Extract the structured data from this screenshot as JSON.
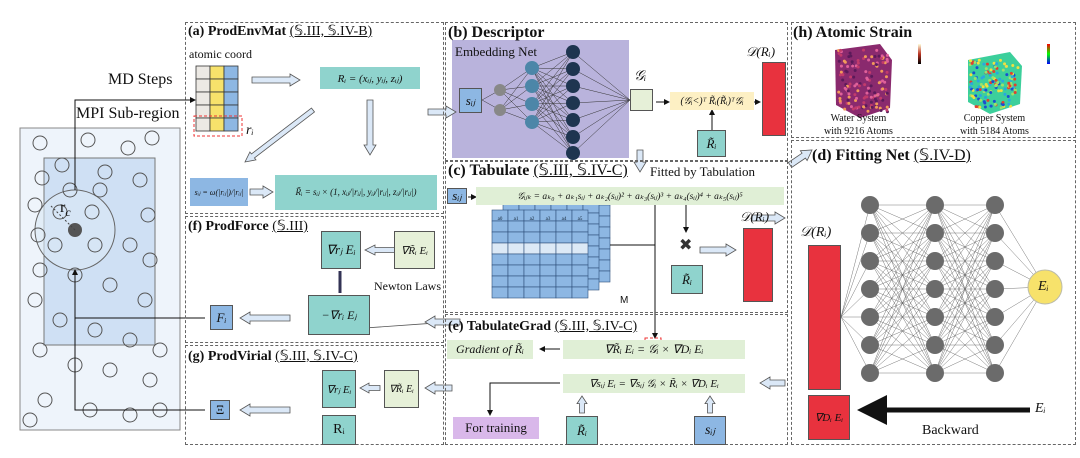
{
  "left": {
    "md_steps": "MD Steps",
    "mpi_subregion": "MPI Sub-region",
    "cutoff": "r",
    "cutoff_sub": "c"
  },
  "a": {
    "title": "(a) ProdEnvMat",
    "refs": "(𝕊.III, 𝕊.IV-B)",
    "atomic_coord": "atomic coord",
    "ri": "rᵢ",
    "Ri": "Rᵢ = (xᵢⱼ, yᵢⱼ, zᵢⱼ)",
    "sij": "sᵢⱼ = ω(|rᵢⱼ|)/|rᵢⱼ|",
    "Rtilde": "R̃ᵢ = sᵢⱼ × (1, xᵢⱼ/|rᵢⱼ|, yᵢⱼ/|rᵢⱼ|, zᵢⱼ/|rᵢⱼ|)"
  },
  "b": {
    "title": "(b) Descriptor",
    "embedding_net": "Embedding Net",
    "sij": "sᵢⱼ",
    "Gi": "𝒢ᵢ",
    "formula": "(𝒢ᵢ<)ᵀ R̃ᵢ(R̃ᵢ)ᵀ𝒢ᵢ",
    "Rtilde": "R̃ᵢ",
    "D": "𝒟(Rᵢ)"
  },
  "c": {
    "title": "(c) Tabulate",
    "refs": "(𝕊.III, 𝕊.IV-C)",
    "fitted": "Fitted by Tabulation",
    "sij": "sᵢⱼ",
    "poly": "𝒢ᵢⱼₖ = aₖ₀ + aₖ₁sᵢⱼ + aₖ₂(sᵢⱼ)² + aₖ₃(sᵢⱼ)³ + aₖ₄(sᵢⱼ)⁴ + aₖ₅(sᵢⱼ)⁵",
    "table_cols": [
      "a0",
      "a1",
      "a2",
      "a3",
      "a4",
      "a5"
    ],
    "M": "M",
    "times": "✖",
    "Rtilde": "R̃ᵢ",
    "D": "𝒟(Rᵢ)"
  },
  "h": {
    "title": "(h) Atomic Strain",
    "water": "Water System",
    "water_atoms": "with 9216 Atoms",
    "copper": "Copper System",
    "copper_atoms": "with 5184 Atoms"
  },
  "d": {
    "title": "(d) Fitting Net",
    "refs": "(𝕊.IV-D)",
    "D": "𝒟(Rᵢ)",
    "Ei": "Eᵢ",
    "gradD": "∇Dᵢ Eᵢ",
    "Ei_in": "Eᵢ",
    "backward": "Backward"
  },
  "f": {
    "title": "(f) ProdForce",
    "refs": "(𝕊.III)",
    "grad_rj": "∇rⱼ Eᵢ",
    "grad_R": "∇R̃ᵢ Eᵢ",
    "newton": "Newton Laws",
    "grad_ri": "−∇rᵢ Eⱼ",
    "Fi": "Fᵢ"
  },
  "g": {
    "title": "(g) ProdVirial",
    "refs": "(𝕊.III, 𝕊.IV-C)",
    "grad_rj": "∇rⱼ Eᵢ",
    "grad_R": "∇R̃ᵢ Eᵢ",
    "Ri": "Rᵢ",
    "Xi": "Ξ"
  },
  "e": {
    "title": "(e) TabulateGrad",
    "refs": "(𝕊.III, 𝕊.IV-C)",
    "gradient_of": "Gradient of R̃ᵢ",
    "eq1": "∇R̃ᵢ Eᵢ = 𝒢ᵢ × ∇Dᵢ Eᵢ",
    "eq2": "∇sᵢⱼ Eᵢ = ∇sᵢⱼ 𝒢ᵢ × R̃ᵢ × ∇Dᵢ Eᵢ",
    "for_training": "For training",
    "Rtilde": "R̃ᵢ",
    "sij": "sᵢⱼ"
  },
  "colors": {
    "teal": "#8fd3cd",
    "blue": "#8db7e3",
    "red": "#e8323e",
    "yellow": "#f7e26b",
    "lavender": "#b9a6d6",
    "arrow": "#dbe8f7"
  }
}
